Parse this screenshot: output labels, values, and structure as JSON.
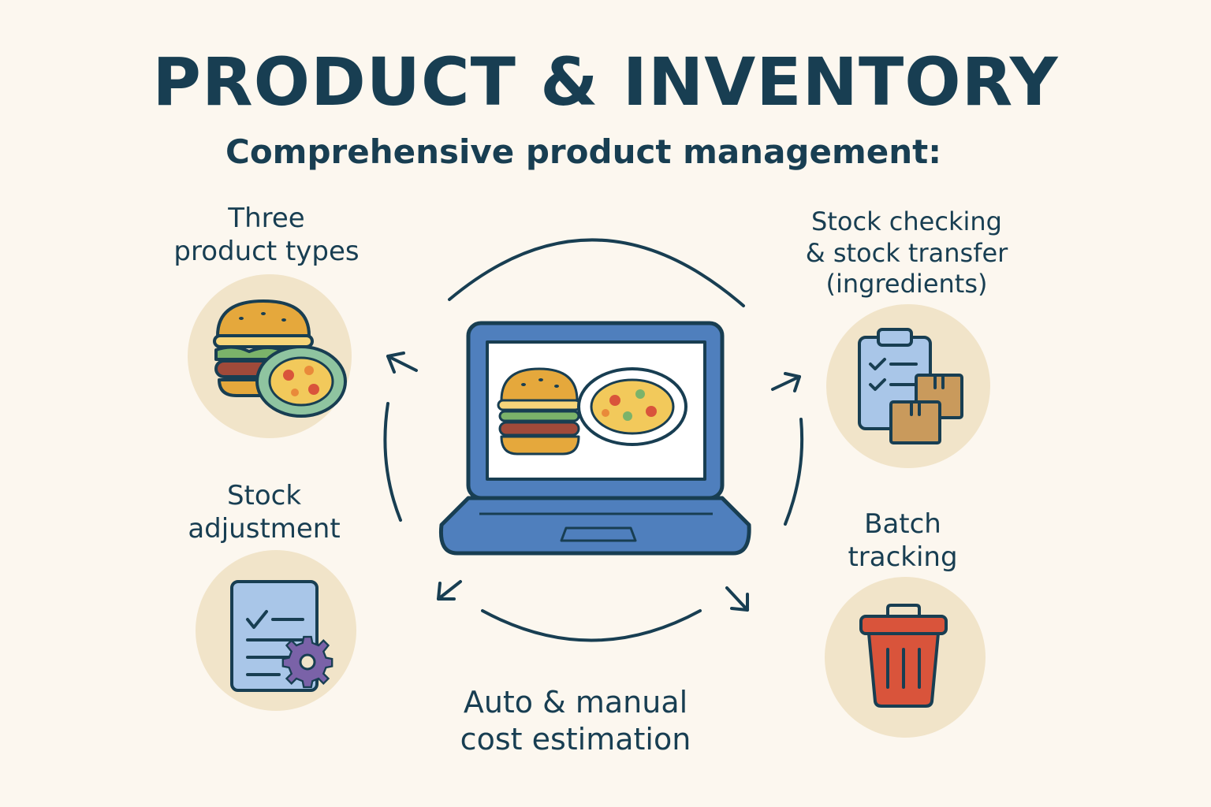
{
  "header": {
    "title": "PRODUCT & INVENTORY",
    "subtitle": "Comprehensive product management:"
  },
  "features": {
    "product_types": {
      "lines": [
        "Three",
        "product types"
      ],
      "icon": "burger-and-plate-icon"
    },
    "stock_adjustment": {
      "lines": [
        "Stock",
        "adjustment"
      ],
      "icon": "document-gear-icon"
    },
    "stock_checking": {
      "lines": [
        "Stock checking",
        "& stock transfer",
        "(ingredients)"
      ],
      "icon": "clipboard-boxes-icon"
    },
    "batch_tracking": {
      "lines": [
        "Batch",
        "tracking"
      ],
      "icon": "trash-bin-icon"
    },
    "cost_estimation": {
      "lines": [
        "Auto  & manual",
        "cost estimation"
      ],
      "icon": "cycle-arrows-icon"
    }
  },
  "center": {
    "icon": "laptop-food-icon"
  },
  "colors": {
    "text": "#183e52",
    "background": "#fcf7ef",
    "icon_circle": "#f1e4c9",
    "laptop_blue": "#4f7fbd",
    "bun": "#e5a83c",
    "trash_red": "#d9543b",
    "box_tan": "#c99a5c",
    "paper_blue": "#a9c6e8",
    "gear_purple": "#7a62a8"
  }
}
